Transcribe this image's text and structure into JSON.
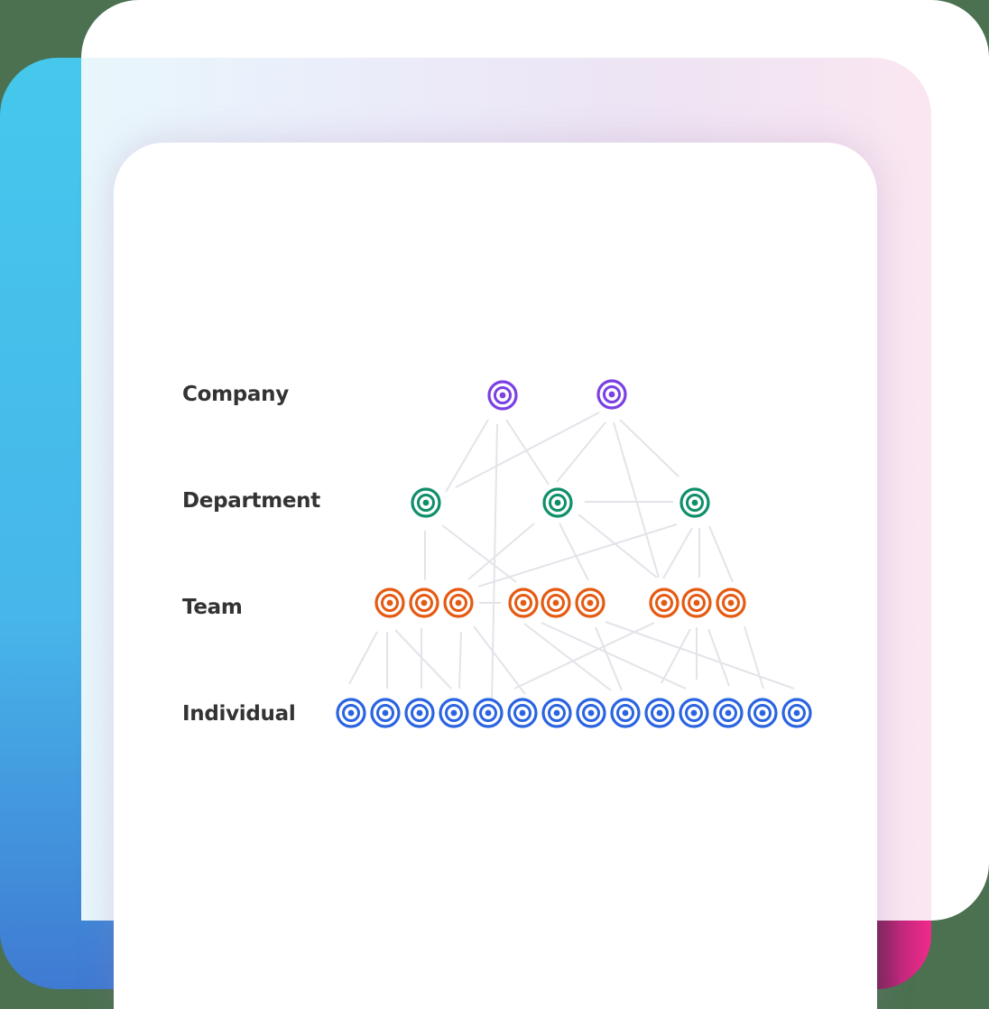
{
  "levels": [
    {
      "label": "Company",
      "color": "#7b3fe4",
      "count": 2
    },
    {
      "label": "Department",
      "color": "#0e8f6a",
      "count": 3
    },
    {
      "label": "Team",
      "color": "#e55a12",
      "count": 9
    },
    {
      "label": "Individual",
      "color": "#2a64e0",
      "count": 14
    }
  ],
  "connector_color": "#e4e3ea",
  "node_icon": "target-icon"
}
